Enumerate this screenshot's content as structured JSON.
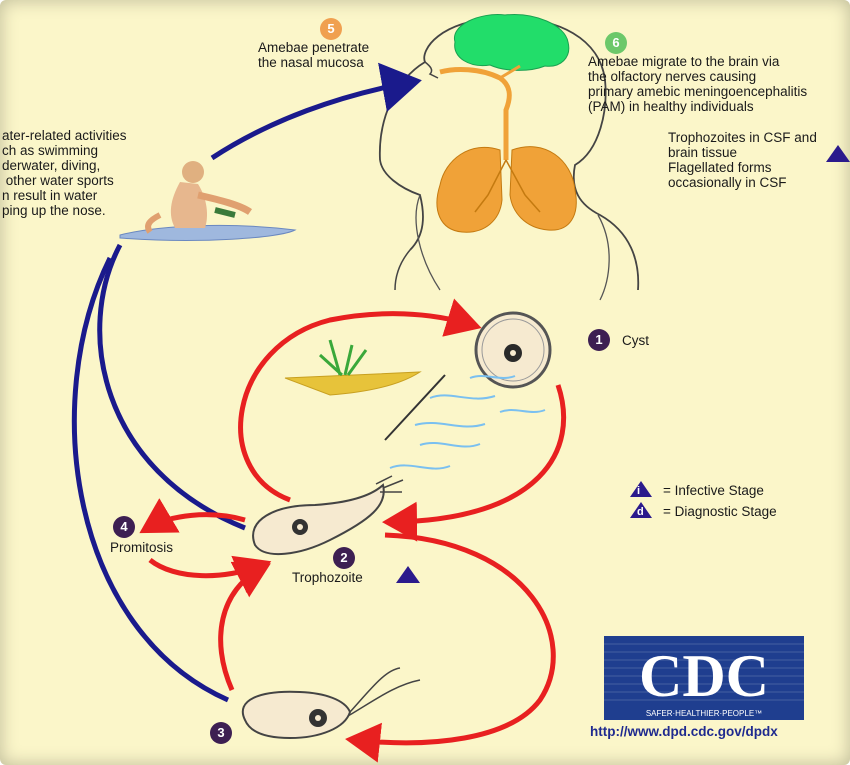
{
  "steps": {
    "s1": {
      "number": "1",
      "label": "Cyst"
    },
    "s2": {
      "number": "2",
      "label": "Trophozoite"
    },
    "s3": {
      "number": "3"
    },
    "s4": {
      "number": "4",
      "label": "Promitosis"
    },
    "s5": {
      "number": "5",
      "text": "Amebae penetrate\nthe nasal mucosa"
    },
    "s6": {
      "number": "6",
      "text": "Amebae migrate to the brain via\nthe olfactory nerves causing\nprimary amebic meningoencephalitis\n(PAM) in healthy individuals"
    }
  },
  "water_text": "ater-related activities\nch as swimming\nderwater, diving,\n other water sports\nn result in water\nping up the nose.",
  "csf_text": "Trophozoites in CSF and\nbrain tissue\nFlagellated forms\noccasionally in CSF",
  "legend": {
    "infective_symbol": "i",
    "infective_label": "= Infective Stage",
    "diagnostic_symbol": "d",
    "diagnostic_label": "= Diagnostic Stage"
  },
  "logo": {
    "text": "CDC",
    "tagline": "SAFER·HEALTHIER·PEOPLE™"
  },
  "url": "http://www.dpd.cdc.gov/dpdx",
  "colors": {
    "blue_arrow": "#1a1a8c",
    "red_arrow": "#e82020",
    "purple": "#3d1f52",
    "background": "#fbf6c9",
    "brain": "#22dd6a",
    "lungs": "#f0a238"
  }
}
